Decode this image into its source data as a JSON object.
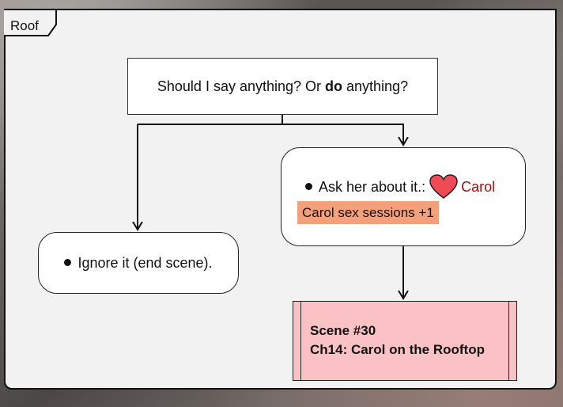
{
  "frame": {
    "label": "Roof"
  },
  "nodes": {
    "question": {
      "text_before": "Should I say anything? Or ",
      "text_bold": "do",
      "text_after": " anything?"
    },
    "ask": {
      "text": "Ask her about it.:",
      "character": "Carol",
      "effect": "Carol sex sessions +1"
    },
    "ignore": {
      "text": "Ignore it (end scene)."
    },
    "scene": {
      "line1": "Scene #30",
      "line2": "Ch14: Carol on the Rooftop"
    }
  },
  "icons": {
    "heart": "heart-icon",
    "bullet": "bullet-icon"
  },
  "colors": {
    "heart": "#ef4a55",
    "character_text": "#a01010",
    "effect_highlight": "#f4a07a",
    "scene_fill": "#fbc2c6",
    "node_fill": "#ffffff",
    "frame_fill": "#f2f2f2"
  }
}
